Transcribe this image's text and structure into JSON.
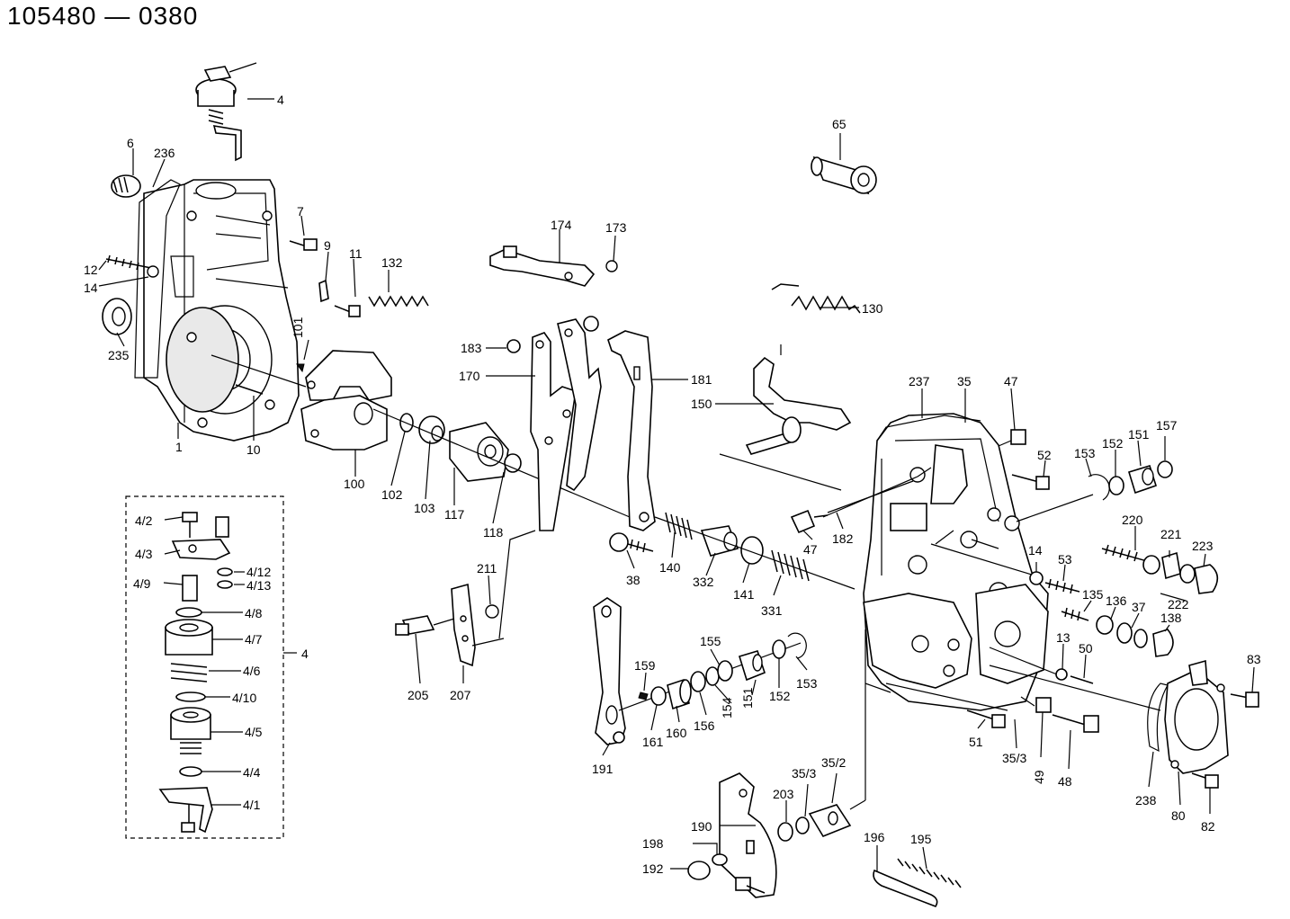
{
  "title": "105480 — 0380",
  "callouts": [
    {
      "id": "c4a",
      "text": "4"
    },
    {
      "id": "c6",
      "text": "6"
    },
    {
      "id": "c236",
      "text": "236"
    },
    {
      "id": "c7",
      "text": "7"
    },
    {
      "id": "c9",
      "text": "9"
    },
    {
      "id": "c11",
      "text": "11"
    },
    {
      "id": "c132",
      "text": "132"
    },
    {
      "id": "c12",
      "text": "12"
    },
    {
      "id": "c14a",
      "text": "14"
    },
    {
      "id": "c235",
      "text": "235"
    },
    {
      "id": "c101",
      "text": "101"
    },
    {
      "id": "c1",
      "text": "1"
    },
    {
      "id": "c10",
      "text": "10"
    },
    {
      "id": "c100",
      "text": "100"
    },
    {
      "id": "c102",
      "text": "102"
    },
    {
      "id": "c103",
      "text": "103"
    },
    {
      "id": "c117",
      "text": "117"
    },
    {
      "id": "c118",
      "text": "118"
    },
    {
      "id": "c65",
      "text": "65"
    },
    {
      "id": "c174",
      "text": "174"
    },
    {
      "id": "c173",
      "text": "173"
    },
    {
      "id": "c130",
      "text": "130"
    },
    {
      "id": "c183",
      "text": "183"
    },
    {
      "id": "c170",
      "text": "170"
    },
    {
      "id": "c181",
      "text": "181"
    },
    {
      "id": "c150",
      "text": "150"
    },
    {
      "id": "c237",
      "text": "237"
    },
    {
      "id": "c35",
      "text": "35"
    },
    {
      "id": "c47a",
      "text": "47"
    },
    {
      "id": "c52",
      "text": "52"
    },
    {
      "id": "c153a",
      "text": "153"
    },
    {
      "id": "c152a",
      "text": "152"
    },
    {
      "id": "c151a",
      "text": "151"
    },
    {
      "id": "c157",
      "text": "157"
    },
    {
      "id": "c47b",
      "text": "47"
    },
    {
      "id": "c182",
      "text": "182"
    },
    {
      "id": "c220",
      "text": "220"
    },
    {
      "id": "c221",
      "text": "221"
    },
    {
      "id": "c223",
      "text": "223"
    },
    {
      "id": "c222",
      "text": "222"
    },
    {
      "id": "c14b",
      "text": "14"
    },
    {
      "id": "c53",
      "text": "53"
    },
    {
      "id": "c135",
      "text": "135"
    },
    {
      "id": "c136",
      "text": "136"
    },
    {
      "id": "c37",
      "text": "37"
    },
    {
      "id": "c138",
      "text": "138"
    },
    {
      "id": "c13",
      "text": "13"
    },
    {
      "id": "c50",
      "text": "50"
    },
    {
      "id": "c83",
      "text": "83"
    },
    {
      "id": "c38",
      "text": "38"
    },
    {
      "id": "c140",
      "text": "140"
    },
    {
      "id": "c332",
      "text": "332"
    },
    {
      "id": "c141",
      "text": "141"
    },
    {
      "id": "c331",
      "text": "331"
    },
    {
      "id": "c211",
      "text": "211"
    },
    {
      "id": "c205",
      "text": "205"
    },
    {
      "id": "c207",
      "text": "207"
    },
    {
      "id": "c155",
      "text": "155"
    },
    {
      "id": "c159",
      "text": "159"
    },
    {
      "id": "c153b",
      "text": "153"
    },
    {
      "id": "c151b",
      "text": "151"
    },
    {
      "id": "c152b",
      "text": "152"
    },
    {
      "id": "c154",
      "text": "154"
    },
    {
      "id": "c156",
      "text": "156"
    },
    {
      "id": "c160",
      "text": "160"
    },
    {
      "id": "c161",
      "text": "161"
    },
    {
      "id": "c191",
      "text": "191"
    },
    {
      "id": "c51",
      "text": "51"
    },
    {
      "id": "c353a",
      "text": "35/3"
    },
    {
      "id": "c49",
      "text": "49"
    },
    {
      "id": "c48",
      "text": "48"
    },
    {
      "id": "c238",
      "text": "238"
    },
    {
      "id": "c80",
      "text": "80"
    },
    {
      "id": "c82",
      "text": "82"
    },
    {
      "id": "c353b",
      "text": "35/3"
    },
    {
      "id": "c352",
      "text": "35/2"
    },
    {
      "id": "c203",
      "text": "203"
    },
    {
      "id": "c190",
      "text": "190"
    },
    {
      "id": "c198",
      "text": "198"
    },
    {
      "id": "c192",
      "text": "192"
    },
    {
      "id": "c196",
      "text": "196"
    },
    {
      "id": "c195",
      "text": "195"
    },
    {
      "id": "c42",
      "text": "4/2"
    },
    {
      "id": "c43",
      "text": "4/3"
    },
    {
      "id": "c412",
      "text": "4/12"
    },
    {
      "id": "c413",
      "text": "4/13"
    },
    {
      "id": "c49s",
      "text": "4/9"
    },
    {
      "id": "c48s",
      "text": "4/8"
    },
    {
      "id": "c47s",
      "text": "4/7"
    },
    {
      "id": "c46",
      "text": "4/6"
    },
    {
      "id": "c410",
      "text": "4/10"
    },
    {
      "id": "c45",
      "text": "4/5"
    },
    {
      "id": "c44",
      "text": "4/4"
    },
    {
      "id": "c41",
      "text": "4/1"
    },
    {
      "id": "c4b",
      "text": "4"
    }
  ]
}
